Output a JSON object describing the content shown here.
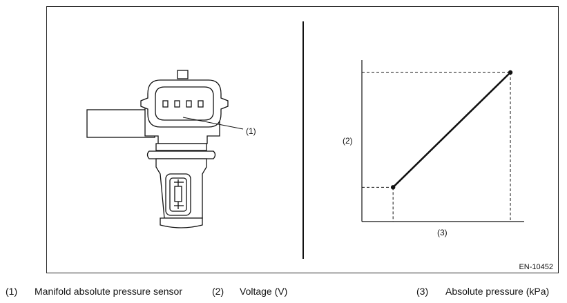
{
  "figure": {
    "code": "EN-10452",
    "sensor_callout": "(1)",
    "graph_y_callout": "(2)",
    "graph_x_callout": "(3)"
  },
  "legend": [
    {
      "num": "(1)",
      "text": "Manifold absolute pressure sensor"
    },
    {
      "num": "(2)",
      "text": "Voltage (V)"
    },
    {
      "num": "(3)",
      "text": "Absolute pressure (kPa)"
    }
  ],
  "chart_data": {
    "type": "line",
    "xlabel": "(3)",
    "ylabel": "(2)",
    "grid": false,
    "series": [
      {
        "points": [
          [
            0.21,
            0.23
          ],
          [
            1.0,
            1.0
          ]
        ]
      }
    ]
  }
}
